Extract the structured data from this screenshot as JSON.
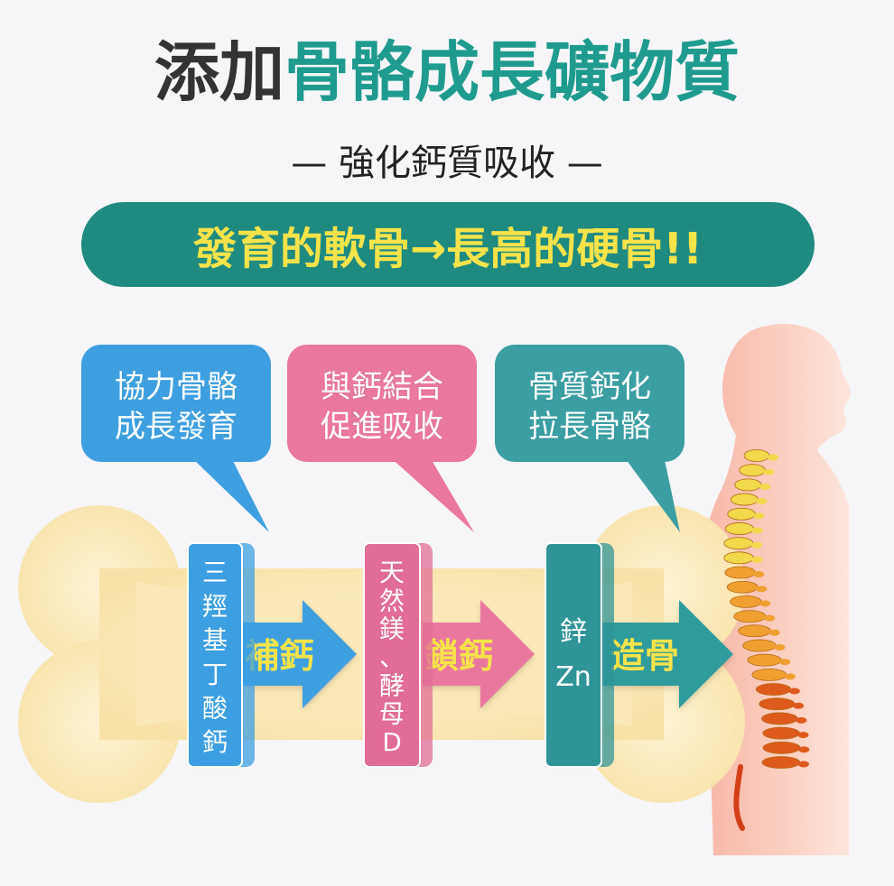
{
  "headline": {
    "prefix": "添加",
    "highlight": "骨骼成長礦物質"
  },
  "subheadline": "— 強化鈣質吸收 —",
  "banner": "發育的軟骨→長高的硬骨!!",
  "bubbles": [
    {
      "line1": "協力骨骼",
      "line2": "成長發育",
      "color": "#3e9fe0"
    },
    {
      "line1": "與鈣結合",
      "line2": "促進吸收",
      "color": "#e9779e"
    },
    {
      "line1": "骨質鈣化",
      "line2": "拉長骨骼",
      "color": "#3a9ea2"
    }
  ],
  "bands": [
    {
      "lines": [
        "三",
        "羥",
        "基",
        "丁",
        "酸",
        "鈣"
      ],
      "color": "#3c9fe1"
    },
    {
      "lines": [
        "天",
        "然",
        "鎂",
        "、",
        "酵",
        "母",
        "D"
      ],
      "color": "#e16c97"
    },
    {
      "lines": [
        "鋅",
        "Zn"
      ],
      "color": "#2f9497"
    }
  ],
  "arrows": [
    {
      "label": "補鈣",
      "color": "#3e9fe0"
    },
    {
      "label": "鎖鈣",
      "color": "#e9779e"
    },
    {
      "label": "造骨",
      "color": "#2f9b9c"
    }
  ],
  "colors": {
    "banner": "#1e8a80",
    "banner_text": "#f5e34a",
    "arrow_text": "#f5e34a",
    "bone": "#fbecc0",
    "skin": "#f9c4b4",
    "spine": "#f3a53a"
  }
}
